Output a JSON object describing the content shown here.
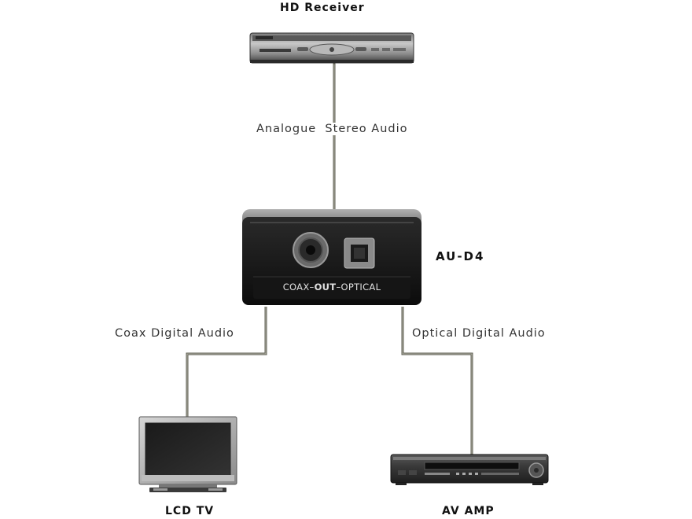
{
  "devices": {
    "receiver": {
      "title": "HD Receiver"
    },
    "converter": {
      "title": "AU-D4",
      "panel_left": "COAX–",
      "panel_mid": "OUT",
      "panel_right": "–OPTICAL"
    },
    "tv": {
      "title": "LCD TV"
    },
    "amp": {
      "title": "AV AMP"
    }
  },
  "connections": {
    "analogue": "Analogue  Stereo Audio",
    "coax": "Coax Digital Audio",
    "optical": "Optical Digital Audio"
  },
  "colors": {
    "cable": "#8a8a7a",
    "device_dark": "#1a1a1a",
    "device_metal": "#9a9a9a"
  }
}
